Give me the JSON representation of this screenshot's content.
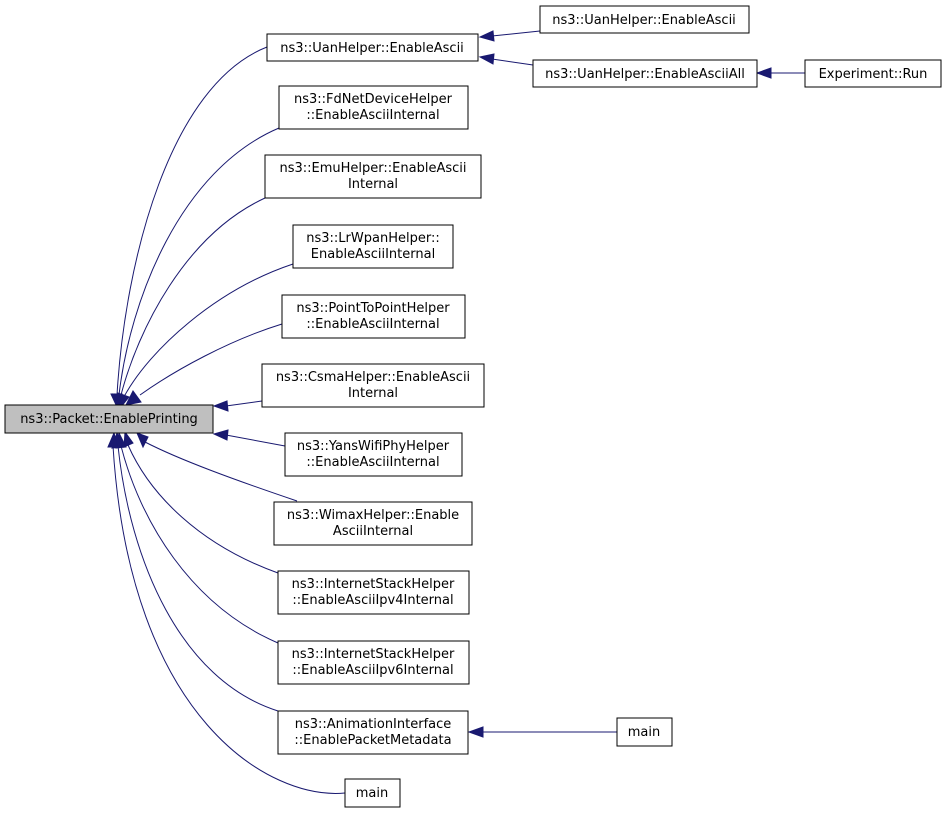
{
  "diagram": {
    "type": "call-graph",
    "edge_color": "#191970",
    "root_fill": "#bfbfbf",
    "nodes": {
      "root": [
        "ns3::Packet::EnablePrinting"
      ],
      "uan_enable_ascii": [
        "ns3::UanHelper::EnableAscii"
      ],
      "fdnet": [
        "ns3::FdNetDeviceHelper",
        "::EnableAsciiInternal"
      ],
      "emu": [
        "ns3::EmuHelper::EnableAscii",
        "Internal"
      ],
      "lrwpan": [
        "ns3::LrWpanHelper::",
        "EnableAsciiInternal"
      ],
      "p2p": [
        "ns3::PointToPointHelper",
        "::EnableAsciiInternal"
      ],
      "csma": [
        "ns3::CsmaHelper::EnableAscii",
        "Internal"
      ],
      "yans": [
        "ns3::YansWifiPhyHelper",
        "::EnableAsciiInternal"
      ],
      "wimax": [
        "ns3::WimaxHelper::Enable",
        "AsciiInternal"
      ],
      "inet_ipv4": [
        "ns3::InternetStackHelper",
        "::EnableAsciiIpv4Internal"
      ],
      "inet_ipv6": [
        "ns3::InternetStackHelper",
        "::EnableAsciiIpv6Internal"
      ],
      "anim": [
        "ns3::AnimationInterface",
        "::EnablePacketMetadata"
      ],
      "main_bottom": [
        "main"
      ],
      "uan_enable_ascii_2": [
        "ns3::UanHelper::EnableAscii"
      ],
      "uan_enable_ascii_all": [
        "ns3::UanHelper::EnableAsciiAll"
      ],
      "experiment_run": [
        "Experiment::Run"
      ],
      "main_right": [
        "main"
      ]
    }
  }
}
